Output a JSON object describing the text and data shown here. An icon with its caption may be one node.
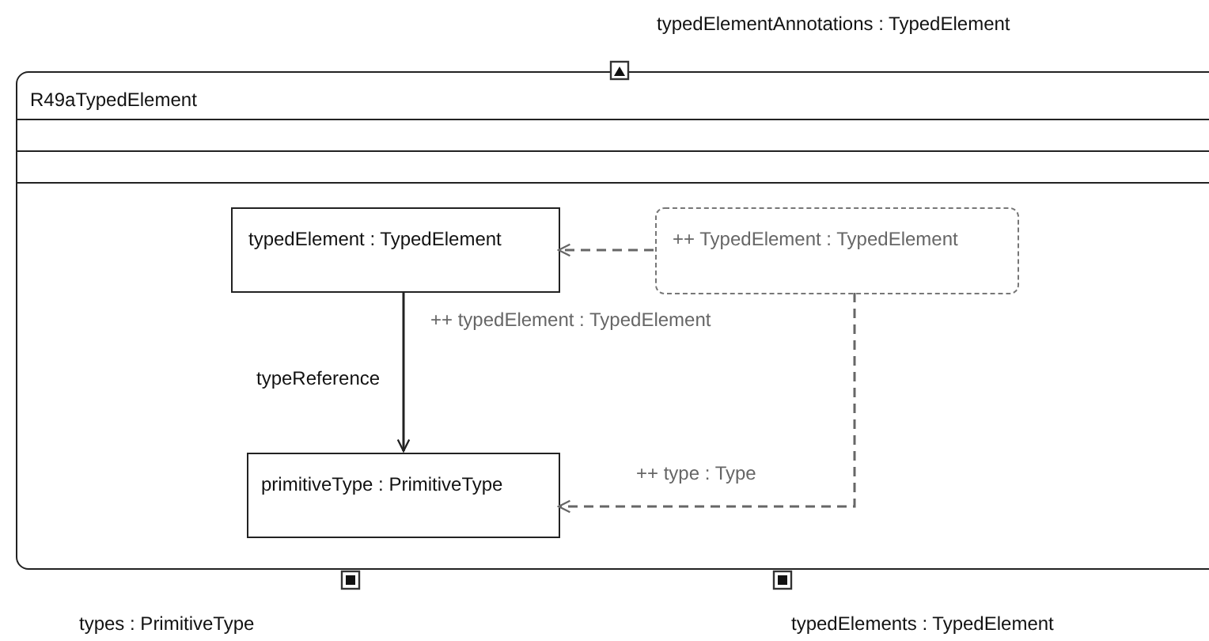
{
  "diagram": {
    "nodes": [
      {
        "text": [
          "R49aTypedElement"
        ]
      },
      {
        "text": [
          "typedElement : TypedElement"
        ],
        "in": 0
      },
      {
        "text": [
          "++ TypedElement : TypedElement"
        ],
        "in": 0
      },
      {
        "text": [
          "primitiveType : PrimitiveType"
        ],
        "in": 0
      }
    ],
    "edges": [
      {
        "from": 1,
        "to": 3,
        "arrow": "to",
        "label": "typeReference"
      },
      {
        "from": 2,
        "to": 1,
        "arrow": "to",
        "style": "dashed",
        "color": "#666666"
      },
      {
        "from": 2,
        "to": 3,
        "arrow": "to",
        "style": "dashed",
        "color": "#666666"
      }
    ],
    "labels": [
      "typedElementAnnotations : TypedElement",
      "++ typedElement : TypedElement",
      "++ type : Type",
      "types : PrimitiveType",
      "typedElements : TypedElement"
    ]
  }
}
